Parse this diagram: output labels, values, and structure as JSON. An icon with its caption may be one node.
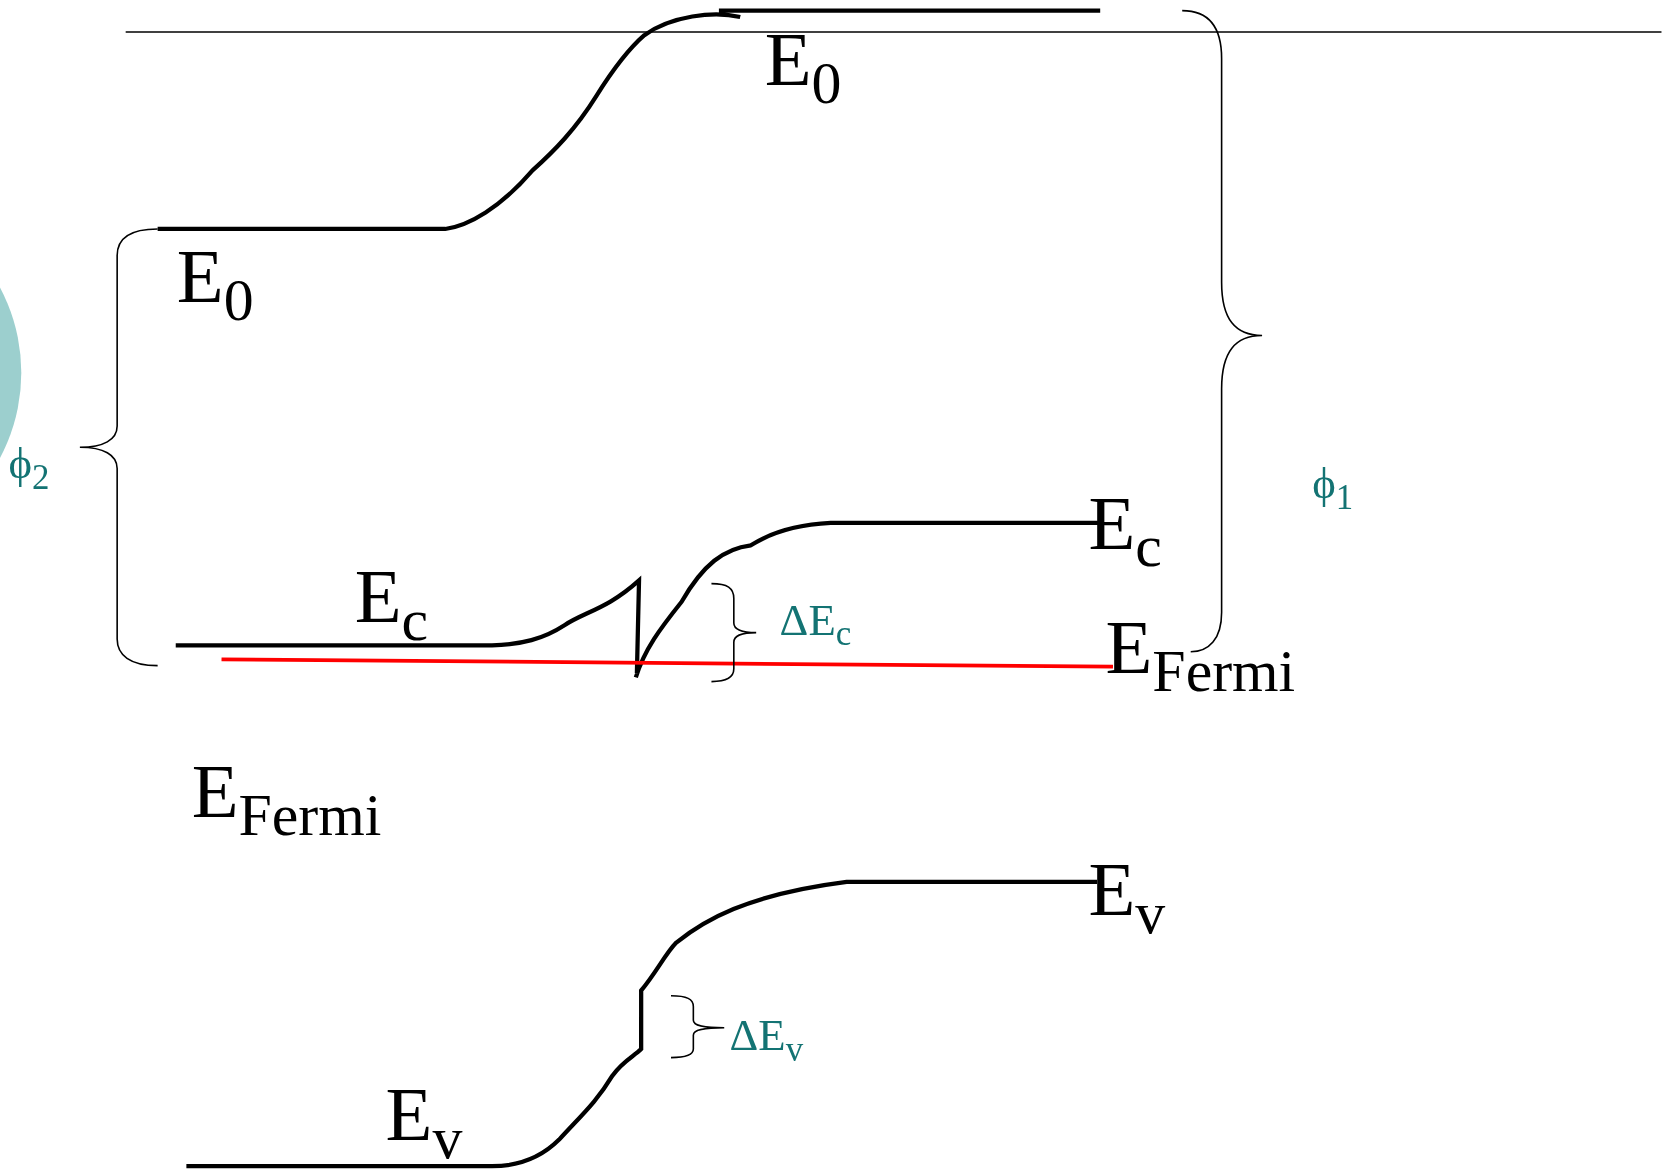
{
  "diagram": {
    "labels": [
      "E$_{0}$",
      "E$_{0}$",
      "ϕ$_{2}$",
      "ϕ$_{1}$",
      "E$_{c}$",
      "E$_{c}$",
      "ΔE$_{c}$",
      "E$_{Fermi}$",
      "E$_{Fermi}$",
      "E$_{v}$",
      "ΔE$_{v}$",
      "E$_{v}$"
    ]
  }
}
